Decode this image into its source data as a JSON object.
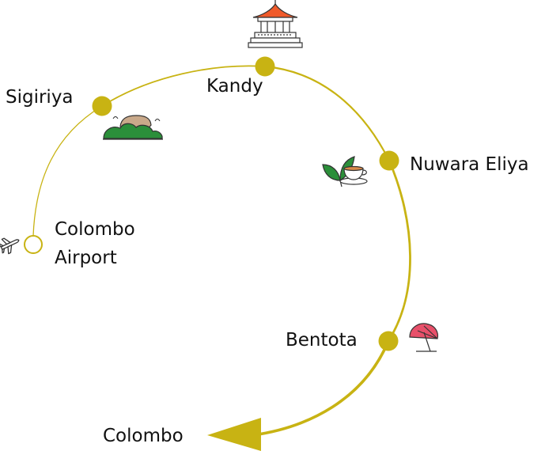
{
  "colors": {
    "route": "#c8b313",
    "stop": "#c8b313",
    "start_marker_fill": "#ffffff",
    "text": "#111111",
    "icon_outline": "#333333",
    "temple_roof": "#f05a2a",
    "foliage": "#2b8f3a",
    "umbrella": "#e8506a"
  },
  "route": {
    "stops": [
      {
        "id": "colombo-airport",
        "lines": [
          "Colombo",
          "Airport"
        ],
        "icon": "airplane-icon",
        "marker": "hollow"
      },
      {
        "id": "sigiriya",
        "lines": [
          "Sigiriya"
        ],
        "icon": "rock-fortress-icon",
        "marker": "filled"
      },
      {
        "id": "kandy",
        "lines": [
          "Kandy"
        ],
        "icon": "temple-icon",
        "marker": "filled"
      },
      {
        "id": "nuwara-eliya",
        "lines": [
          "Nuwara Eliya"
        ],
        "icon": "tea-cup-icon",
        "marker": "filled"
      },
      {
        "id": "bentota",
        "lines": [
          "Bentota"
        ],
        "icon": "beach-umbrella-icon",
        "marker": "filled"
      },
      {
        "id": "colombo",
        "lines": [
          "Colombo"
        ],
        "icon": "arrowhead-icon",
        "marker": "arrow"
      }
    ]
  }
}
